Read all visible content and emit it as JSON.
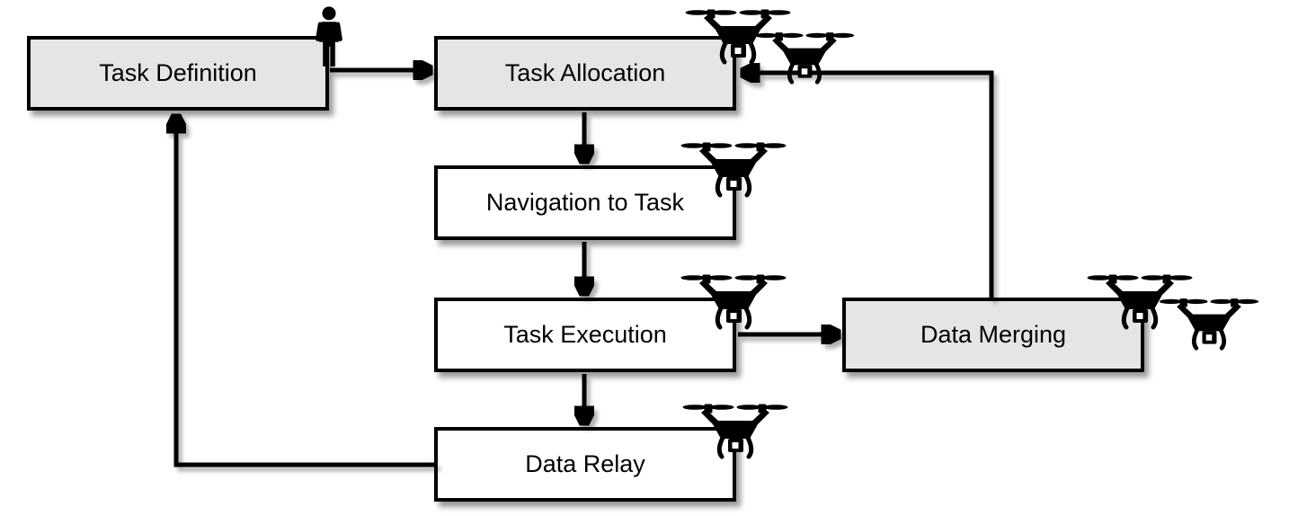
{
  "diagram": {
    "colors": {
      "background": "#ffffff",
      "box_fill_gray": "#e5e5e5",
      "box_fill_white": "#ffffff",
      "box_border": "#000000",
      "arrow": "#000000",
      "text": "#000000"
    },
    "nodes": [
      {
        "id": "task-definition",
        "label": "Task Definition",
        "fill": "gray",
        "icons": [
          "human-icon"
        ]
      },
      {
        "id": "task-allocation",
        "label": "Task Allocation",
        "fill": "gray",
        "icons": [
          "drone-icon",
          "drone-icon"
        ]
      },
      {
        "id": "navigation-to-task",
        "label": "Navigation to Task",
        "fill": "white",
        "icons": [
          "drone-icon"
        ]
      },
      {
        "id": "task-execution",
        "label": "Task Execution",
        "fill": "white",
        "icons": [
          "drone-icon"
        ]
      },
      {
        "id": "data-merging",
        "label": "Data Merging",
        "fill": "gray",
        "icons": [
          "drone-icon",
          "drone-icon"
        ]
      },
      {
        "id": "data-relay",
        "label": "Data Relay",
        "fill": "white",
        "icons": [
          "drone-icon"
        ]
      }
    ],
    "edges": [
      {
        "from": "task-definition",
        "to": "task-allocation"
      },
      {
        "from": "task-allocation",
        "to": "navigation-to-task"
      },
      {
        "from": "navigation-to-task",
        "to": "task-execution"
      },
      {
        "from": "task-execution",
        "to": "data-merging"
      },
      {
        "from": "task-execution",
        "to": "data-relay"
      },
      {
        "from": "data-merging",
        "to": "task-allocation"
      },
      {
        "from": "data-relay",
        "to": "task-definition"
      }
    ]
  }
}
